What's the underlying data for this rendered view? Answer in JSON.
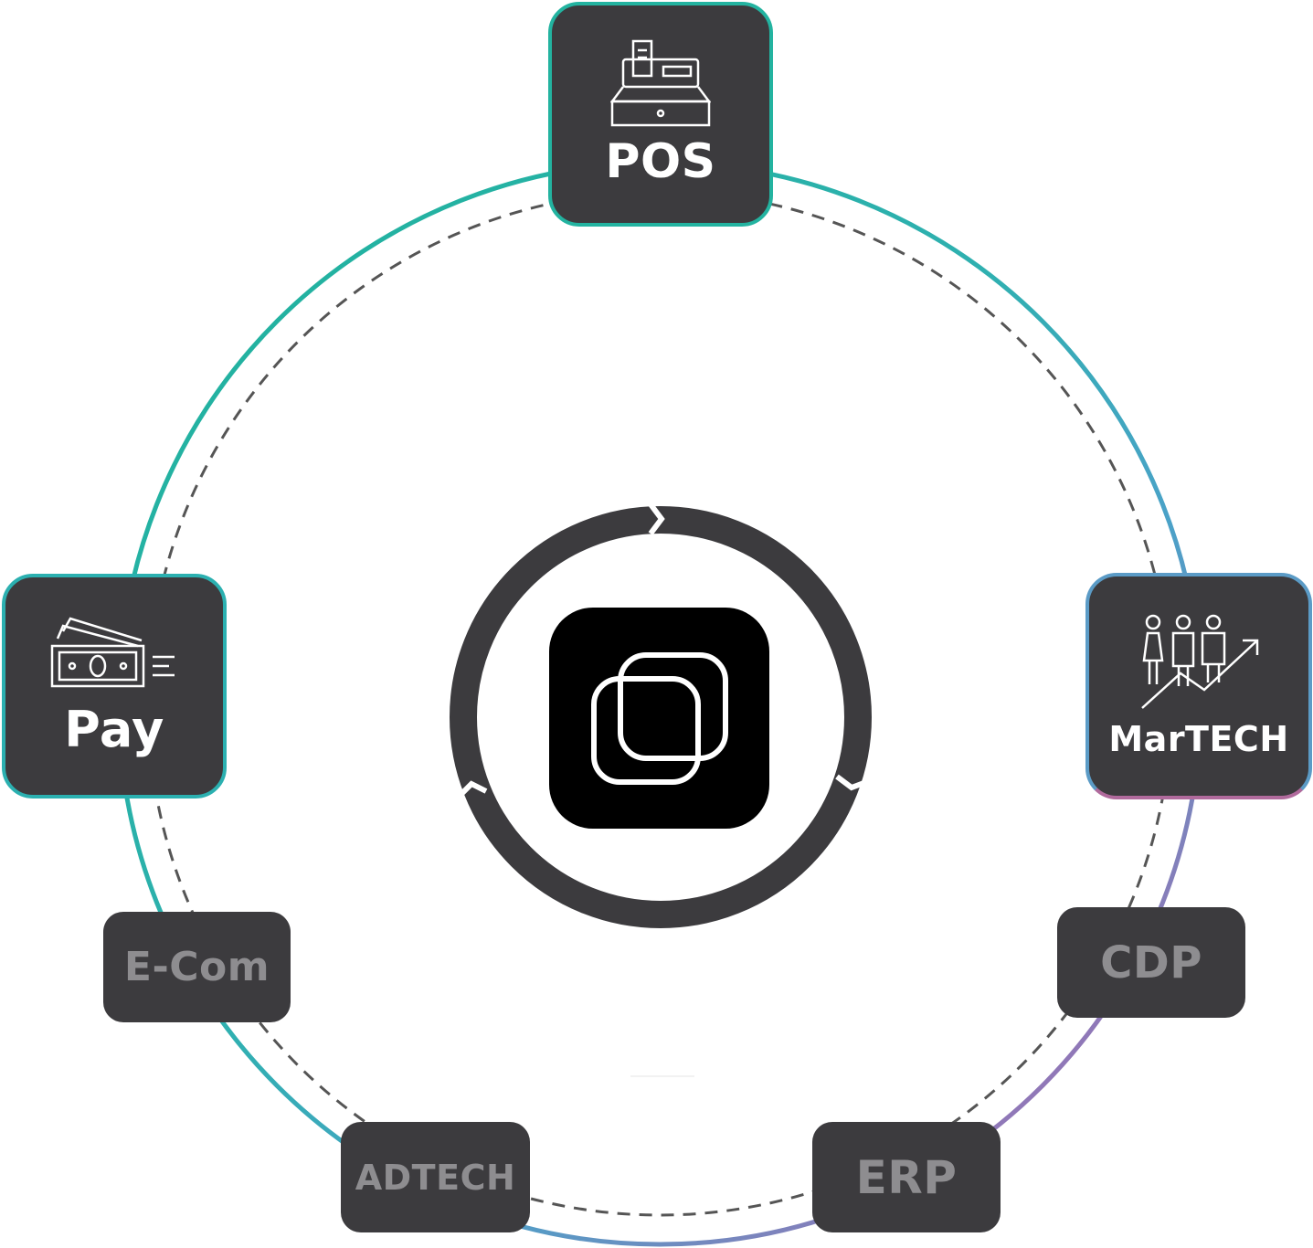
{
  "nodes": {
    "pos": {
      "label": "POS",
      "state": "active"
    },
    "pay": {
      "label": "Pay",
      "state": "active"
    },
    "martech": {
      "label": "MarTECH",
      "state": "active"
    },
    "ecom": {
      "label": "E-Com",
      "state": "inactive"
    },
    "cdp": {
      "label": "CDP",
      "state": "inactive"
    },
    "adtech": {
      "label": "ADTECH",
      "state": "inactive"
    },
    "erp": {
      "label": "ERP",
      "state": "inactive"
    }
  },
  "hub": {
    "icon": "stacked-squares-logo-icon"
  },
  "colors": {
    "node_bg": "#3c3b3e",
    "active_text": "#ffffff",
    "inactive_text": "#8e8d90",
    "ring_teal": "#1db39a",
    "ring_blue": "#4aa2c8",
    "ring_purple": "#a06aa8",
    "hub_bg": "#000000",
    "hub_ring": "#3c3b3e",
    "dashed_ring": "#555555"
  },
  "icons": {
    "pos": "cash-register-icon",
    "pay": "money-bills-icon",
    "martech": "people-growth-icon"
  }
}
